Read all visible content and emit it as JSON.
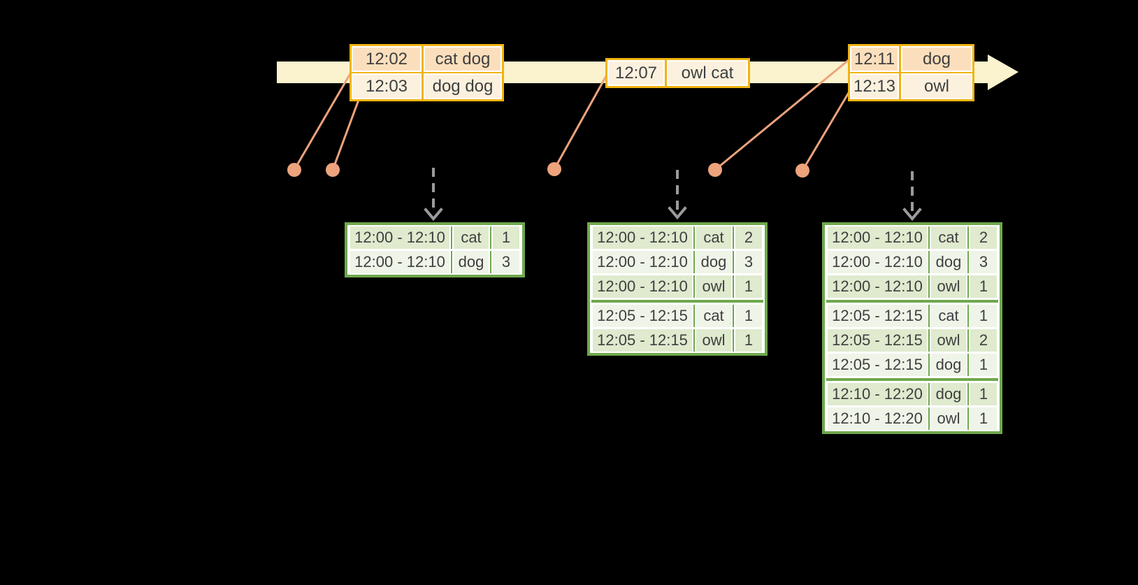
{
  "event_tables": [
    {
      "rows": [
        {
          "time": "12:02",
          "words": "cat dog"
        },
        {
          "time": "12:03",
          "words": "dog dog"
        }
      ]
    },
    {
      "rows": [
        {
          "time": "12:07",
          "words": "owl cat"
        }
      ]
    },
    {
      "rows": [
        {
          "time": "12:11",
          "words": "dog"
        },
        {
          "time": "12:13",
          "words": "owl"
        }
      ]
    }
  ],
  "result_tables": [
    {
      "rows": [
        {
          "window": "12:00 - 12:10",
          "word": "cat",
          "count": "1"
        },
        {
          "window": "12:00 - 12:10",
          "word": "dog",
          "count": "3"
        }
      ]
    },
    {
      "rows": [
        {
          "window": "12:00 - 12:10",
          "word": "cat",
          "count": "2"
        },
        {
          "window": "12:00 - 12:10",
          "word": "dog",
          "count": "3"
        },
        {
          "window": "12:00 - 12:10",
          "word": "owl",
          "count": "1"
        },
        {
          "window": "12:05 - 12:15",
          "word": "cat",
          "count": "1"
        },
        {
          "window": "12:05 - 12:15",
          "word": "owl",
          "count": "1"
        }
      ]
    },
    {
      "rows": [
        {
          "window": "12:00 - 12:10",
          "word": "cat",
          "count": "2"
        },
        {
          "window": "12:00 - 12:10",
          "word": "dog",
          "count": "3"
        },
        {
          "window": "12:00 - 12:10",
          "word": "owl",
          "count": "1"
        },
        {
          "window": "12:05 - 12:15",
          "word": "cat",
          "count": "1"
        },
        {
          "window": "12:05 - 12:15",
          "word": "owl",
          "count": "2"
        },
        {
          "window": "12:05 - 12:15",
          "word": "dog",
          "count": "1"
        },
        {
          "window": "12:10 - 12:20",
          "word": "dog",
          "count": "1"
        },
        {
          "window": "12:10 - 12:20",
          "word": "owl",
          "count": "1"
        }
      ]
    }
  ],
  "colors": {
    "background": "#000000",
    "timeline_band": "#FBF2CE",
    "event_border": "#F0B40F",
    "event_row_dark": "#FBDFBD",
    "event_row_light": "#FCF1DE",
    "connector": "#EDA37B",
    "result_border": "#6FA84C",
    "result_row_dark": "#DFEACE",
    "result_row_light": "#EFF4E8",
    "arrow_gray": "#9B9B9B",
    "text": "#3F3F3F"
  }
}
